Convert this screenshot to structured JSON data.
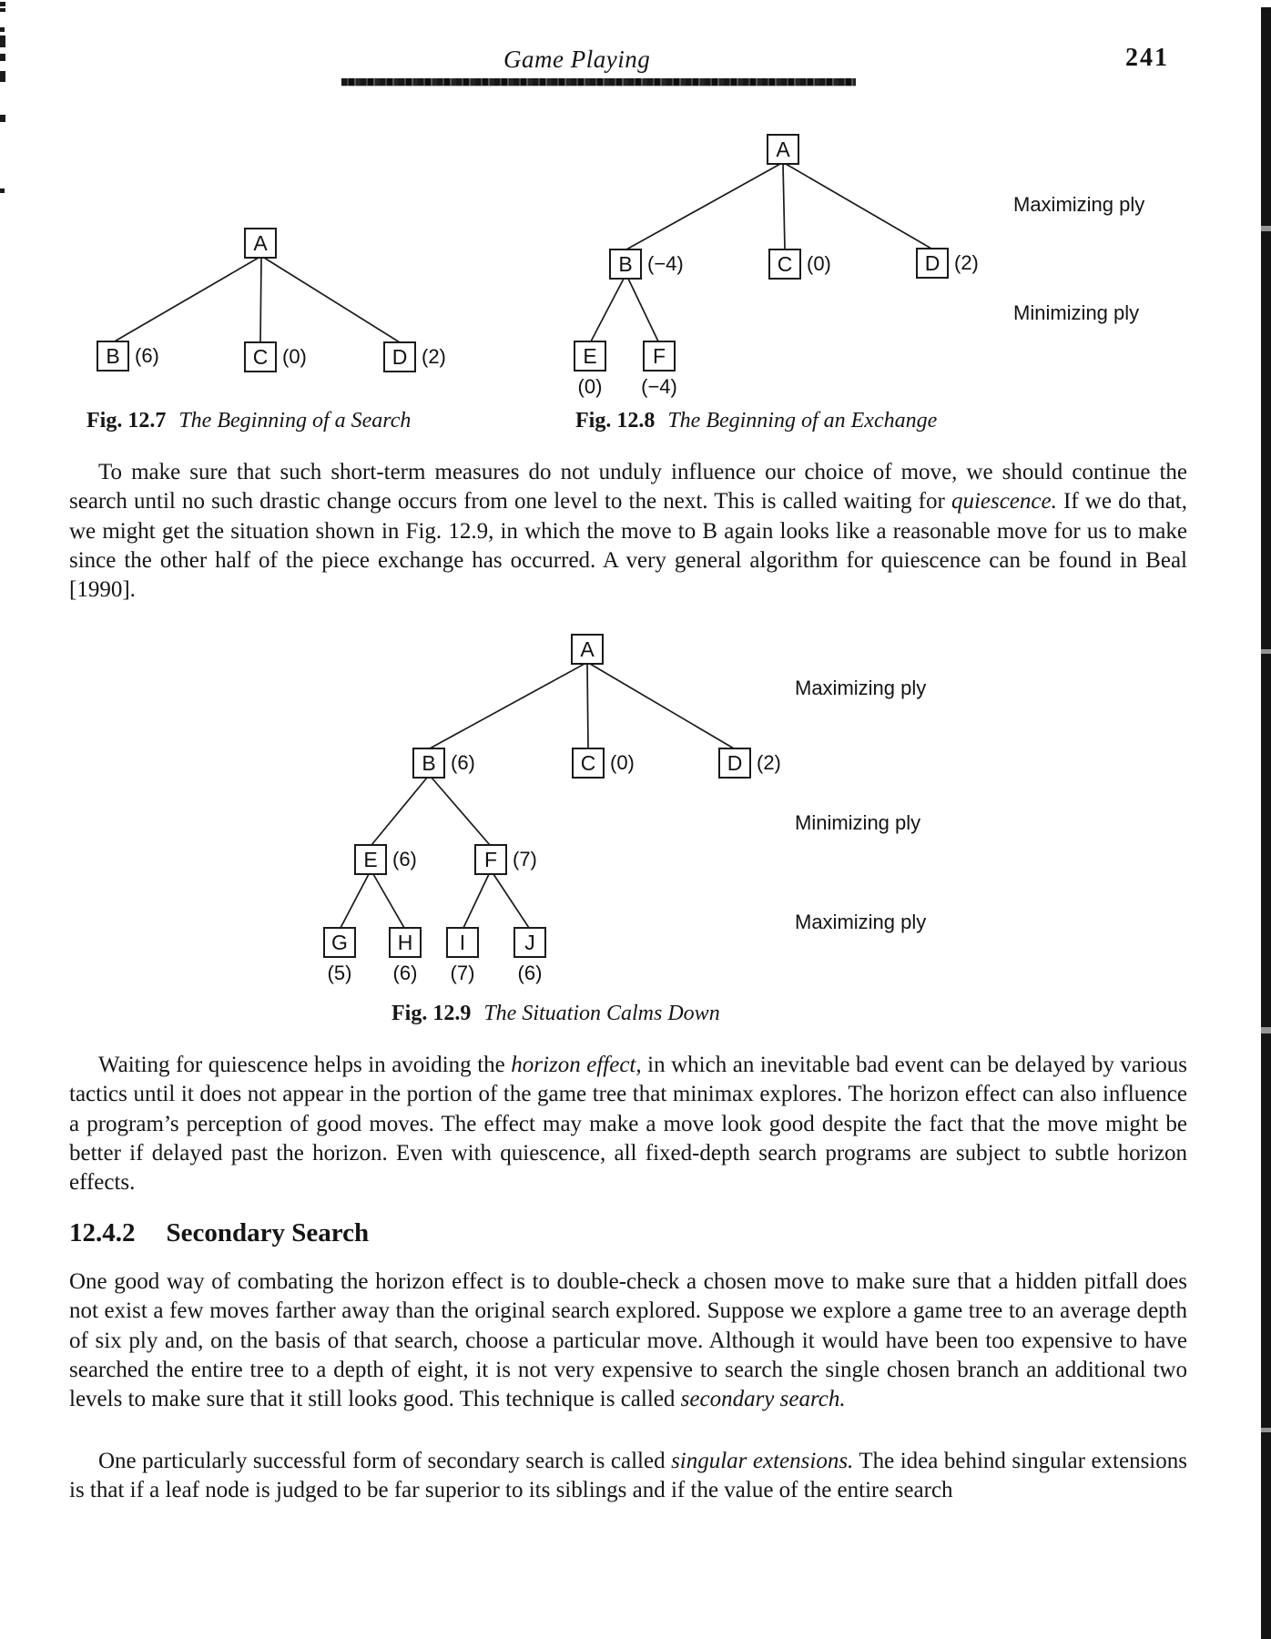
{
  "page": {
    "header_title": "Game Playing",
    "number": "241"
  },
  "section": {
    "number": "12.4.2",
    "title": "Secondary Search"
  },
  "figures": {
    "fig7": {
      "caption_label": "Fig. 12.7",
      "caption_text": "The Beginning of a Search",
      "nodes": [
        {
          "label": "A",
          "value": ""
        },
        {
          "label": "B",
          "value": "(6)"
        },
        {
          "label": "C",
          "value": "(0)"
        },
        {
          "label": "D",
          "value": "(2)"
        }
      ]
    },
    "fig8": {
      "caption_label": "Fig. 12.8",
      "caption_text": "The Beginning of an Exchange",
      "ply_labels": [
        "Maximizing ply",
        "Minimizing ply"
      ],
      "nodes": [
        {
          "label": "A",
          "value": ""
        },
        {
          "label": "B",
          "value": "(−4)"
        },
        {
          "label": "C",
          "value": "(0)"
        },
        {
          "label": "D",
          "value": "(2)"
        },
        {
          "label": "E",
          "value": "(0)"
        },
        {
          "label": "F",
          "value": "(−4)"
        }
      ]
    },
    "fig9": {
      "caption_label": "Fig. 12.9",
      "caption_text": "The Situation Calms Down",
      "ply_labels": [
        "Maximizing ply",
        "Minimizing ply",
        "Maximizing ply"
      ],
      "nodes": [
        {
          "label": "A",
          "value": ""
        },
        {
          "label": "B",
          "value": "(6)"
        },
        {
          "label": "C",
          "value": "(0)"
        },
        {
          "label": "D",
          "value": "(2)"
        },
        {
          "label": "E",
          "value": "(6)"
        },
        {
          "label": "F",
          "value": "(7)"
        },
        {
          "label": "G",
          "value": "(5)"
        },
        {
          "label": "H",
          "value": "(6)"
        },
        {
          "label": "I",
          "value": "(7)"
        },
        {
          "label": "J",
          "value": "(6)"
        }
      ]
    }
  },
  "paragraphs": {
    "p1": [
      {
        "text": "To make sure that such short-term measures do not unduly influence our choice of move, we should continue the search until no such drastic change occurs from one level to the next. This is called waiting for ",
        "italic": false
      },
      {
        "text": "quiescence.",
        "italic": true
      },
      {
        "text": " If we do that, we might get the situation shown in Fig. 12.9, in which the move to B again looks like a reasonable move for us to make since the other half of the piece exchange has occurred. A very general algorithm for quiescence can be found in Beal [1990].",
        "italic": false
      }
    ],
    "p2": [
      {
        "text": "Waiting for quiescence helps in avoiding the ",
        "italic": false
      },
      {
        "text": "horizon effect,",
        "italic": true
      },
      {
        "text": " in which an inevitable bad event can be delayed by various tactics until it does not appear in the portion of the game tree that minimax explores. The horizon effect can also influence a program’s perception of good moves. The effect may make a move look good despite the fact that the move might be better if delayed past the horizon. Even with quiescence, all fixed-depth search programs are subject to subtle horizon effects.",
        "italic": false
      }
    ],
    "p3": [
      {
        "text": "One good way of combating the horizon effect is to double-check a chosen move to make sure that a hidden pitfall does not exist a few moves farther away than the original search explored. Suppose we explore a game tree to an average depth of six ply and, on the basis of that search, choose a particular move. Although it would have been too expensive to have searched the entire tree to a depth of eight, it is not very expensive to search the single chosen branch an additional two levels to make sure that it still looks good. This technique is called ",
        "italic": false
      },
      {
        "text": "secondary search.",
        "italic": true
      }
    ],
    "p4": [
      {
        "text": "One particularly successful form of secondary search is called ",
        "italic": false
      },
      {
        "text": "singular extensions.",
        "italic": true
      },
      {
        "text": " The idea behind singular extensions is that if a leaf node is judged to be far superior to its siblings and if the value of the entire search",
        "italic": false
      }
    ]
  }
}
